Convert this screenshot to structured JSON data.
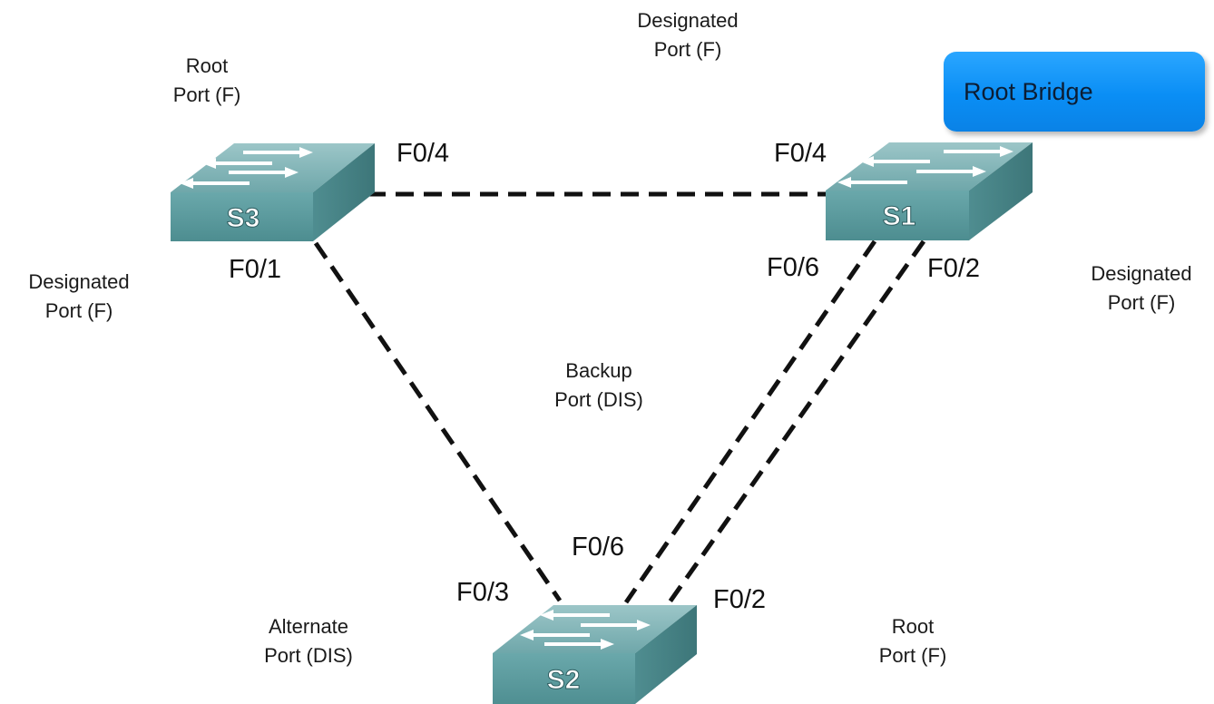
{
  "switches": [
    {
      "id": "s3",
      "name": "S3"
    },
    {
      "id": "s1",
      "name": "S1"
    },
    {
      "id": "s2",
      "name": "S2"
    }
  ],
  "root_bridge_label": "Root Bridge",
  "ports": {
    "s3_f04": "F0/4",
    "s3_f01": "F0/1",
    "s1_f04": "F0/4",
    "s1_f06": "F0/6",
    "s1_f02": "F0/2",
    "s2_f06": "F0/6",
    "s2_f03": "F0/3",
    "s2_f02": "F0/2"
  },
  "roles": {
    "s3_root": [
      "Root",
      "Port (F)"
    ],
    "s1_designated_top": [
      "Designated",
      "Port (F)"
    ],
    "s3_designated_left": [
      "Designated",
      "Port (F)"
    ],
    "s1_designated_right": [
      "Designated",
      "Port (F)"
    ],
    "backup": [
      "Backup",
      "Port (DIS)"
    ],
    "alternate": [
      "Alternate",
      "Port (DIS)"
    ],
    "s2_root": [
      "Root",
      "Port (F)"
    ]
  },
  "colors": {
    "switch_top": "#8bb8bb",
    "switch_front": "#5f9ea0",
    "root_bridge": "#0a8ef5",
    "link": "#111111"
  }
}
